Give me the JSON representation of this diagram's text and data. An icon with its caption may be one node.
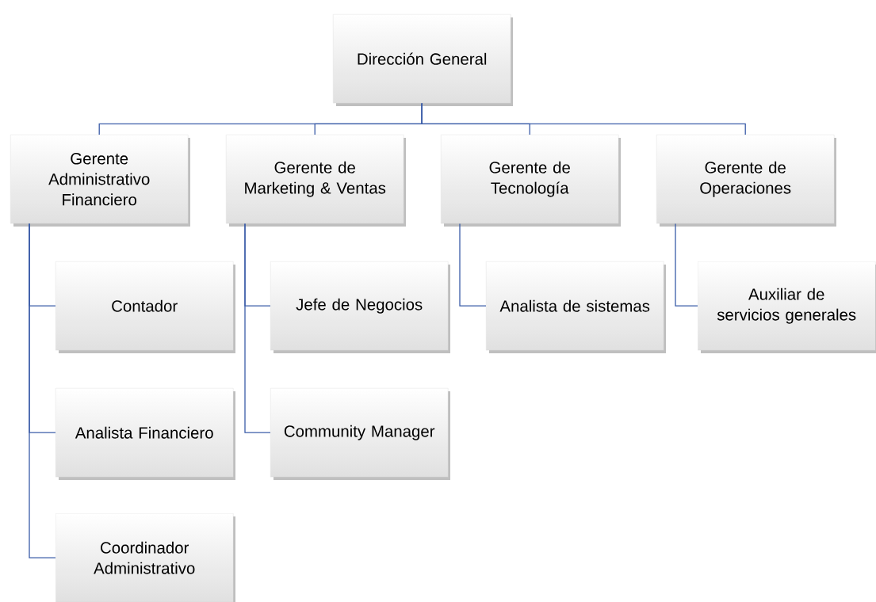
{
  "diagram": {
    "nodes": [
      {
        "text": [
          "Dirección General"
        ]
      },
      {
        "text": [
          "Gerente Administrativo Financiero"
        ]
      },
      {
        "text": [
          "Gerente de Marketing & Ventas"
        ]
      },
      {
        "text": [
          "Gerente de Tecnología"
        ]
      },
      {
        "text": [
          "Gerente de Operaciones"
        ]
      },
      {
        "text": [
          "Contador"
        ]
      },
      {
        "text": [
          "Analista Financiero"
        ]
      },
      {
        "text": [
          "Coordinador Administrativo"
        ]
      },
      {
        "text": [
          "Jefe de Negocios"
        ]
      },
      {
        "text": [
          "Community Manager"
        ]
      },
      {
        "text": [
          "Analista de sistemas"
        ]
      },
      {
        "text": [
          "Auxiliar de servicios generales"
        ]
      }
    ],
    "edges": [
      {
        "from": 0,
        "to": 1,
        "arrow": "none"
      },
      {
        "from": 0,
        "to": 2,
        "arrow": "none"
      },
      {
        "from": 0,
        "to": 3,
        "arrow": "none"
      },
      {
        "from": 0,
        "to": 4,
        "arrow": "none"
      },
      {
        "from": 1,
        "to": 5,
        "arrow": "none"
      },
      {
        "from": 1,
        "to": 6,
        "arrow": "none"
      },
      {
        "from": 1,
        "to": 7,
        "arrow": "none"
      },
      {
        "from": 2,
        "to": 8,
        "arrow": "none"
      },
      {
        "from": 2,
        "to": 9,
        "arrow": "none"
      },
      {
        "from": 3,
        "to": 10,
        "arrow": "none"
      },
      {
        "from": 4,
        "to": 11,
        "arrow": "none"
      }
    ]
  }
}
